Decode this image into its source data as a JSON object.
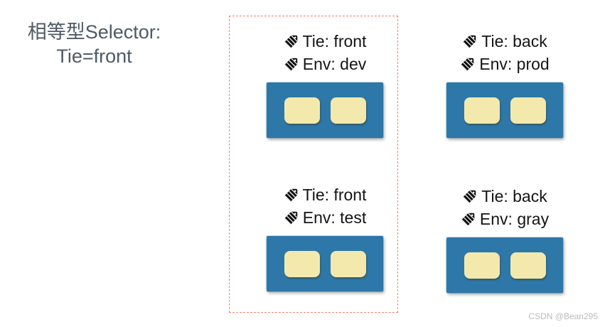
{
  "title": {
    "line1": "相等型Selector:",
    "line2": "Tie=front"
  },
  "pods": [
    {
      "labels": [
        "Tie: front",
        "Env: dev"
      ],
      "selected": true,
      "containers": 2
    },
    {
      "labels": [
        "Tie: back",
        "Env: prod"
      ],
      "selected": false,
      "containers": 2
    },
    {
      "labels": [
        "Tie: front",
        "Env: test"
      ],
      "selected": true,
      "containers": 2
    },
    {
      "labels": [
        "Tie: back",
        "Env: gray"
      ],
      "selected": false,
      "containers": 2
    }
  ],
  "icons": {
    "label": "tag-icon"
  },
  "colors": {
    "pod_blue": "#2e77a9",
    "container_yellow": "#f3e9ad",
    "selector_dash_red": "#f2826e",
    "title_text": "#4e5a66",
    "label_text": "#141414"
  },
  "watermark": "CSDN @Bean295"
}
